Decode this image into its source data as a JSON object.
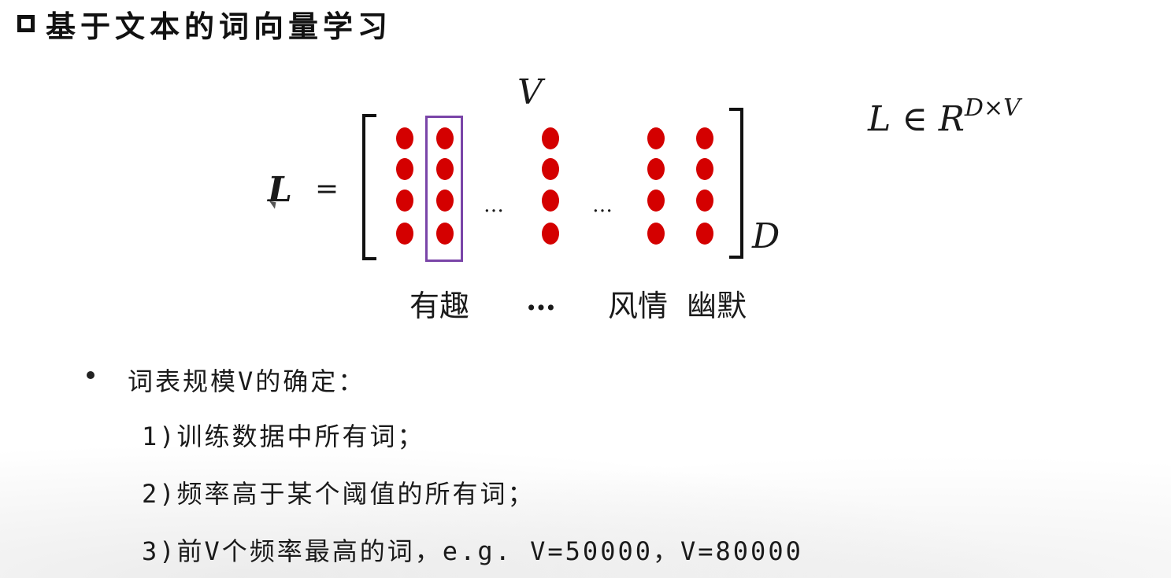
{
  "slide": {
    "title": "基于文本的词向量学习",
    "title_icon": "square-outline-icon"
  },
  "matrix": {
    "lhs": "L",
    "equals": "=",
    "col_label": "V",
    "row_label": "D",
    "dot_color": "#d40000",
    "highlight_color": "#7a45a8",
    "ellipsis": "…",
    "words": [
      "有趣",
      "…",
      "风情",
      "幽默"
    ]
  },
  "formula": {
    "base": "L ∈ R",
    "superscript": "D×V"
  },
  "bullet": {
    "heading": "词表规模V的确定：",
    "items": [
      "1)训练数据中所有词；",
      "2)频率高于某个阈值的所有词；",
      "3)前V个频率最高的词，e.g. V=50000，V=80000"
    ]
  }
}
